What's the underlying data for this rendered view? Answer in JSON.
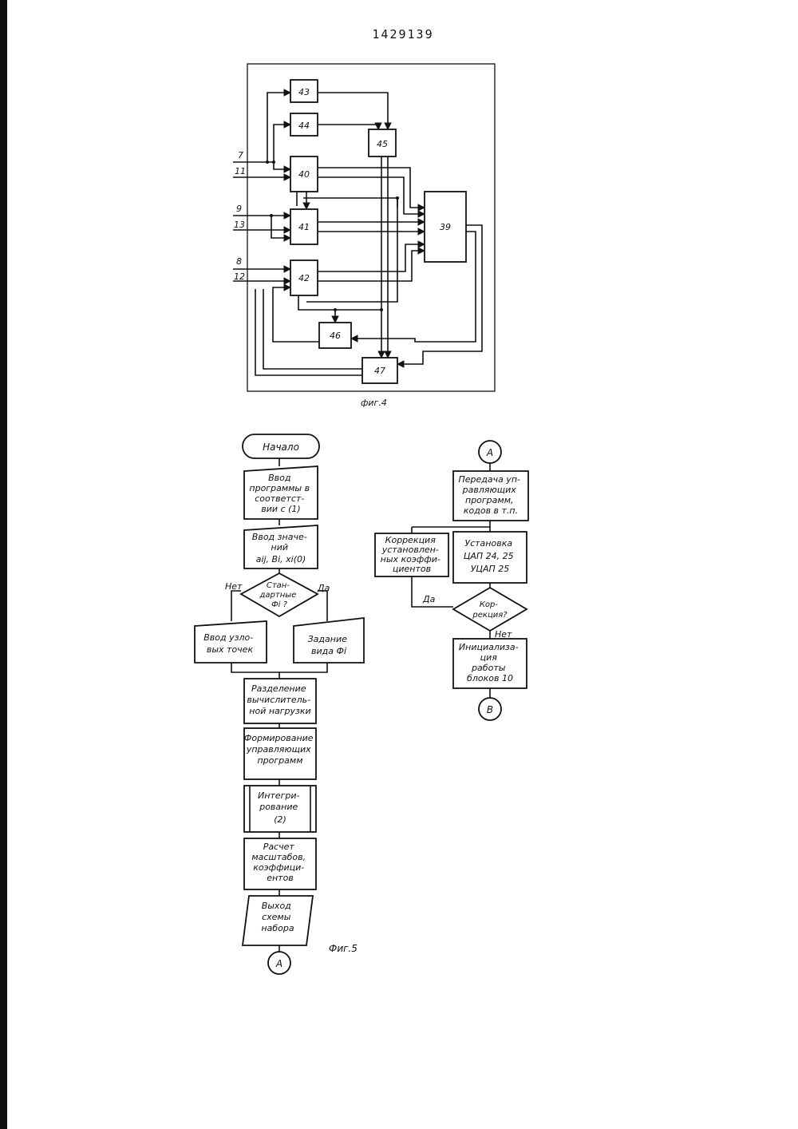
{
  "page_number": "1429139",
  "fig4": {
    "caption": "фиг.4",
    "blocks": {
      "b43": "43",
      "b44": "44",
      "b45": "45",
      "b40": "40",
      "b41": "41",
      "b42": "42",
      "b39": "39",
      "b46": "46",
      "b47": "47"
    },
    "inputs": {
      "in7": "7",
      "in11": "11",
      "in9": "9",
      "in13": "13",
      "in8": "8",
      "in12": "12"
    }
  },
  "fig5": {
    "caption": "Фиг.5",
    "start": "Начало",
    "input_program": [
      "Ввод",
      "программы в",
      "соответст-",
      "вии с (1)"
    ],
    "input_values": [
      "Ввод значе-",
      "ний",
      "aij, Bi, xi(0)"
    ],
    "decision_standard": [
      "Стан-",
      "дартные",
      "Фi ?"
    ],
    "no_label": "Нет",
    "yes_label": "Да",
    "input_nodes": [
      "Ввод узло-",
      "вых точек"
    ],
    "set_type": [
      "Задание",
      "вида Фi"
    ],
    "split_load": [
      "Разделение",
      "вычислитель-",
      "ной нагрузки"
    ],
    "form_programs": [
      "Формирование",
      "управляющих",
      "программ"
    ],
    "integration": [
      "Интегри-",
      "рование",
      "(2)"
    ],
    "calc_scales": [
      "Расчет",
      "масштабов,",
      "коэффици-",
      "ентов"
    ],
    "output_scheme": [
      "Выход",
      "схемы",
      "набора"
    ],
    "connector_a1": "А",
    "connector_a2": "А",
    "transfer": [
      "Передача уп-",
      "равляющих",
      "программ,",
      "кодов в т.п."
    ],
    "correction_coeffs": [
      "Коррекция",
      "установлен-",
      "ных коэффи-",
      "циентов"
    ],
    "setup_dac": [
      "Установка",
      "ЦАП 24, 25",
      "УЦАП 25"
    ],
    "decision_correction": [
      "Кор-",
      "рекция?"
    ],
    "yes_label2": "Да",
    "no_label2": "Нет",
    "init_blocks": [
      "Инициализа-",
      "ция",
      "работы",
      "блоков 10"
    ],
    "connector_b": "В"
  }
}
